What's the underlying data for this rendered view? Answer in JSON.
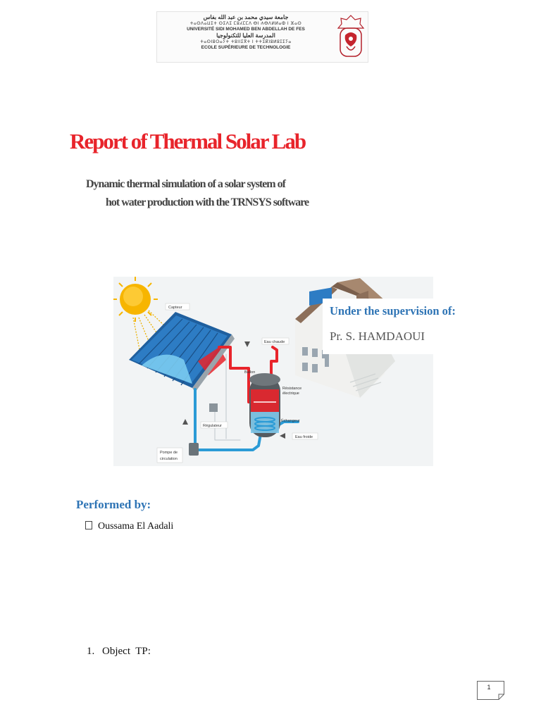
{
  "header": {
    "arabic_line1": "جامعة سيدي محمد بن عبد الله بفاس",
    "tifinagh_line1": "ⵜⴰⵙⴷⴰⵡⵉⵜ ⵙⵉⴷⵉ ⵎⵓⵃⵎⵎⴷ ⴱⵏ ⵄⴱⴷⵍⵍⴰⵀ ⵏ ⴼⴰⵙ",
    "university_fr": "UNIVERSITÉ SIDI MOHAMED BEN ABDELLAH DE FES",
    "arabic_line2": "المدرسة العليا للتكنولوجيا",
    "tifinagh_line2": "ⵜⴰⵙⵏⵓⵔⴰⵢⵜ ⵜⵓⵏⵏⵉⴳⵜ ⵏ ⵜⵜⵉⴽⵏⵓⵍⵓⵊⵉⵢⴰ",
    "school_fr": "ECOLE SUPÉRIEURE DE TECHNOLOGIE"
  },
  "title": "Report of Thermal Solar Lab",
  "subtitle_line1": "Dynamic thermal simulation of a solar system of",
  "subtitle_line2": "hot water production with the TRNSYS software",
  "diagram": {
    "labels": {
      "capteur": "Capteur",
      "eau_chaude": "Eau chaude",
      "ballon": "Ballon",
      "resistance_1": "Résistance",
      "resistance_2": "électrique",
      "regulateur": "Régulateur",
      "echangeur": "Échangeur",
      "pompe_1": "Pompe de",
      "pompe_2": "circulation",
      "eau_froide": "Eau froide"
    },
    "colors": {
      "hot": "#e8242b",
      "cold": "#2b9bd6",
      "sun": "#f7b500"
    }
  },
  "supervision": {
    "title": "Under the supervision of:",
    "name": "Pr. S. HAMDAOUI"
  },
  "performed_by": {
    "title": "Performed by:",
    "author": "Oussama El Aadali"
  },
  "object_tp": {
    "number": "1.",
    "label": "Object  TP:"
  },
  "page_number": "1",
  "colors": {
    "title": "#e8242b",
    "heading": "#2e74b5"
  }
}
